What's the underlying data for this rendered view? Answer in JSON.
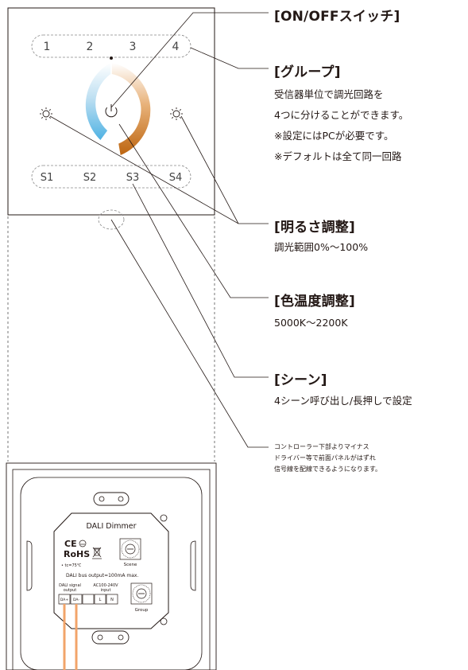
{
  "panel": {
    "group_numbers": [
      "1",
      "2",
      "3",
      "4"
    ],
    "scene_labels": [
      "S1",
      "S2",
      "S3",
      "S4"
    ]
  },
  "callouts": {
    "onoff": {
      "title": "[ON/OFFスイッチ]"
    },
    "group": {
      "title": "[グループ]",
      "lines": [
        "受信器単位で調光回路を",
        "4つに分けることができます。",
        "※設定にはPCが必要です。",
        "※デフォルトは全て同一回路"
      ]
    },
    "brightness": {
      "title": "[明るさ調整]",
      "lines": [
        "調光範囲0%〜100%"
      ]
    },
    "colortemp": {
      "title": "[色温度調整]",
      "lines": [
        "5000K〜2200K"
      ]
    },
    "scene": {
      "title": "[シーン]",
      "lines": [
        "4シーン呼び出し/長押しで設定"
      ]
    },
    "note": {
      "lines": [
        "コントローラー下部よりマイナス",
        "ドライバー等で前面パネルがはずれ",
        "信号線を配線できるようになります。"
      ]
    }
  },
  "module": {
    "title": "DALI Dimmer",
    "ce_mark": "CE",
    "rohs": "RoHS",
    "tc": "• tc=75℃",
    "bus_output": "DALI bus output=100mA max.",
    "scene_label": "Scene",
    "group_label": "Group",
    "dali_signal": "DALI signal",
    "output": "output",
    "ac_input_line1": "AC100-240V",
    "ac_input_line2": "input",
    "terminals": [
      "DA+",
      "DA-",
      "",
      "L",
      "N"
    ]
  },
  "colors": {
    "line": "#231815",
    "cool_blue": "#5bb8e6",
    "warm_brown": "#c06a12",
    "wire_orange": "#f2a46a",
    "dash_gray": "#888888"
  }
}
